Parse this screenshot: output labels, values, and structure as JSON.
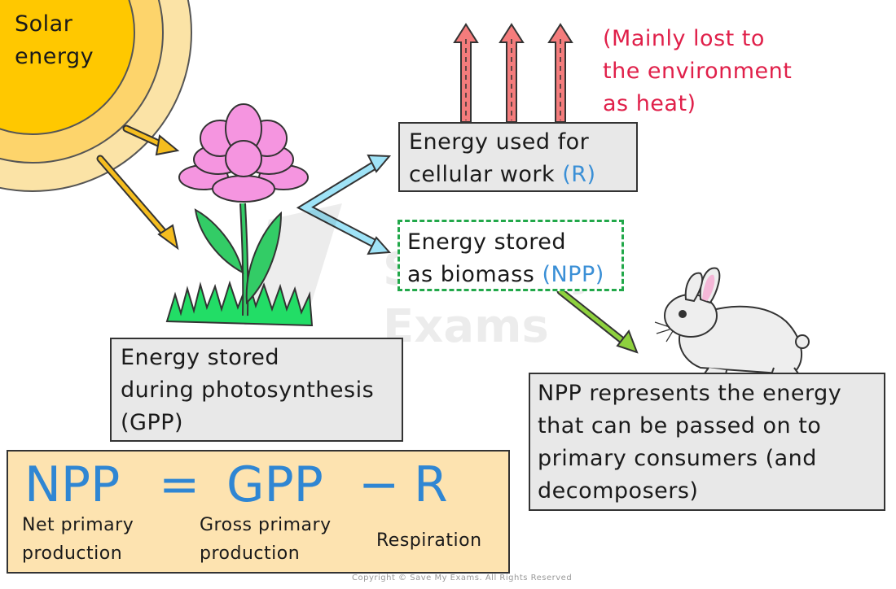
{
  "sun": {
    "label_line1": "Solar",
    "label_line2": "energy"
  },
  "heat_note": {
    "line1": "(Mainly lost to",
    "line2": "the environment",
    "line3": "as heat)"
  },
  "respiration_box": {
    "line1": "Energy used for",
    "line2_text": "cellular work",
    "line2_tag": "(R)"
  },
  "biomass_box": {
    "line1": "Energy stored",
    "line2_text": "as biomass",
    "line2_tag": "(NPP)"
  },
  "gpp_box": {
    "line1": "Energy stored",
    "line2": "during photosynthesis",
    "line3": "(GPP)"
  },
  "consumer_box": {
    "line1": "NPP represents the energy",
    "line2": "that can be passed on to",
    "line3": "primary consumers (and",
    "line4": "decomposers)"
  },
  "equation": {
    "npp": "NPP",
    "equals": "=",
    "gpp": "GPP",
    "minus": "−",
    "r": "R",
    "npp_def_line1": "Net primary",
    "npp_def_line2": "production",
    "gpp_def_line1": "Gross primary",
    "gpp_def_line2": "production",
    "r_def": "Respiration"
  },
  "copyright": "Copyright © Save My Exams. All Rights Reserved",
  "colors": {
    "sun_outer": "#fbe3a6",
    "sun_mid": "#fdd46b",
    "sun_inner": "#ffc800",
    "solar_arrow": "#f5bd1f",
    "heat_arrow": "#f47c7c",
    "split_arrow": "#9fe3f7",
    "consumer_arrow": "#8ed13e",
    "equation_panel": "#fde3b0",
    "petal": "#f595e0",
    "stem": "#33cc66",
    "grass": "#22dd66",
    "text_blue": "#3a8fd6",
    "text_red": "#e0204a"
  }
}
